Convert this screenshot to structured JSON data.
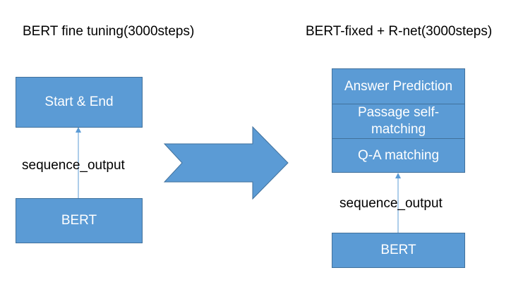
{
  "left_panel": {
    "title": "BERT fine tuning(3000steps)",
    "top_box": "Start & End",
    "arrow_label": "sequence_output",
    "bottom_box": "BERT"
  },
  "right_panel": {
    "title": "BERT-fixed + R-net(3000steps)",
    "layers": [
      "Answer Prediction",
      "Passage self-matching",
      "Q-A matching"
    ],
    "arrow_label": "sequence_output",
    "bottom_box": "BERT"
  },
  "colors": {
    "box_fill": "#5b9bd5",
    "box_border": "#41719c",
    "arrow": "#5b9bd5"
  }
}
